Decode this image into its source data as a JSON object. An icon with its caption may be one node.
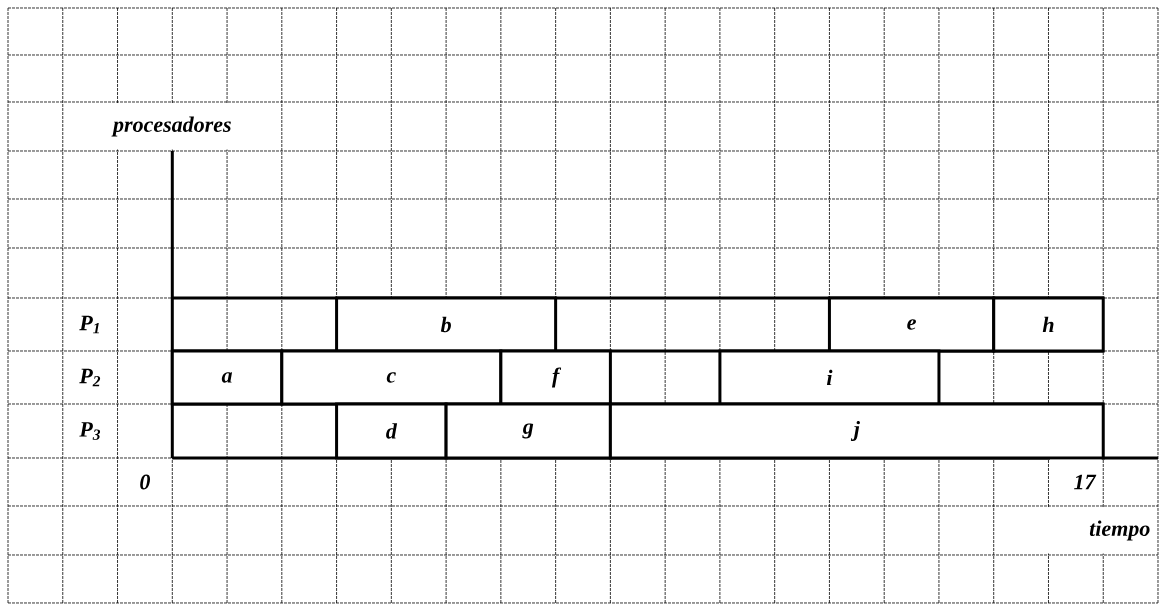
{
  "diagram": {
    "nodes": [
      {
        "text": [
          "b"
        ]
      },
      {
        "text": [
          "e"
        ]
      },
      {
        "text": [
          "h"
        ]
      },
      {
        "text": [
          "a"
        ]
      },
      {
        "text": [
          "c"
        ]
      },
      {
        "text": [
          "f"
        ]
      },
      {
        "text": [
          "i"
        ]
      },
      {
        "text": [
          "d"
        ]
      },
      {
        "text": [
          "g"
        ]
      },
      {
        "text": [
          "j"
        ]
      }
    ],
    "labels": [
      "procesadores",
      "P$_{1}$",
      "P$_{2}$",
      "P$_{3}$",
      "0",
      "17",
      "tiempo"
    ]
  }
}
